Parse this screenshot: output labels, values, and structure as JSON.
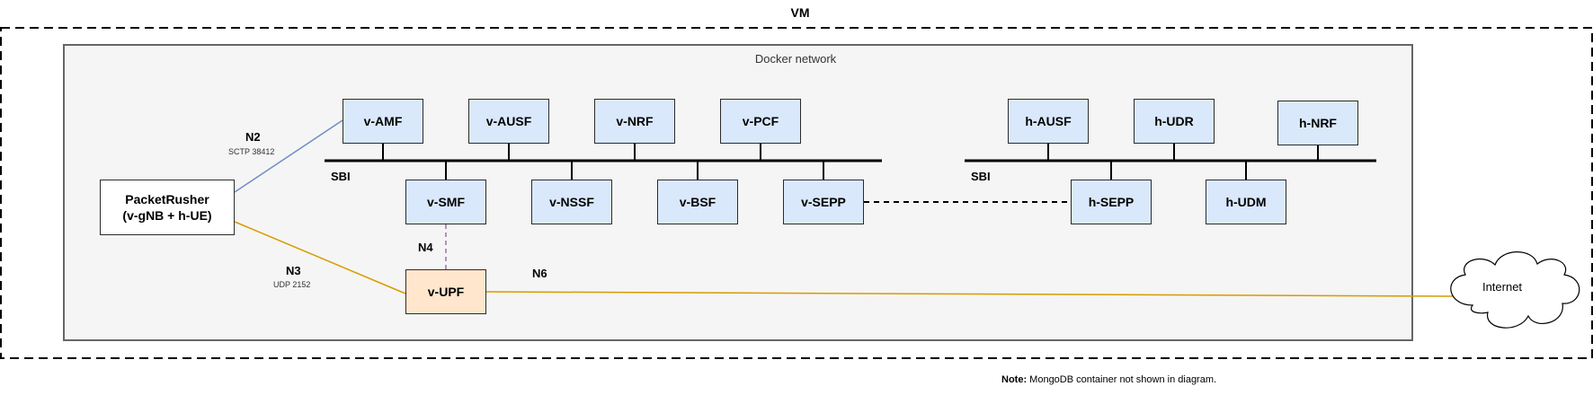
{
  "vm": {
    "label": "VM"
  },
  "docker": {
    "label": "Docker network"
  },
  "client": {
    "line1": "PacketRusher",
    "line2": "(v-gNB + h-UE)"
  },
  "visited_nfs": [
    "v-AMF",
    "v-AUSF",
    "v-NRF",
    "v-PCF"
  ],
  "visited_lower": [
    "v-SMF",
    "v-NSSF",
    "v-BSF",
    "v-SEPP"
  ],
  "home_nfs": [
    "h-AUSF",
    "h-UDR",
    "h-NRF"
  ],
  "home_lower": [
    "h-SEPP",
    "h-UDM"
  ],
  "upf": "v-UPF",
  "sbi_visited": "SBI",
  "sbi_home": "SBI",
  "interfaces": {
    "n2": {
      "name": "N2",
      "detail": "SCTP 38412"
    },
    "n3": {
      "name": "N3",
      "detail": "UDP 2152"
    },
    "n4": {
      "name": "N4"
    },
    "n6": {
      "name": "N6"
    }
  },
  "internet": "Internet",
  "note": {
    "prefix": "Note:",
    "text": " MongoDB container not shown in diagram."
  },
  "colors": {
    "n2_line": "#6c8ebf",
    "n3_n6_line": "#d79b00",
    "n4_line": "#9673a6",
    "nf_fill": "#dae8fc",
    "upf_fill": "#ffe6cc",
    "docker_fill": "#f5f5f5"
  }
}
